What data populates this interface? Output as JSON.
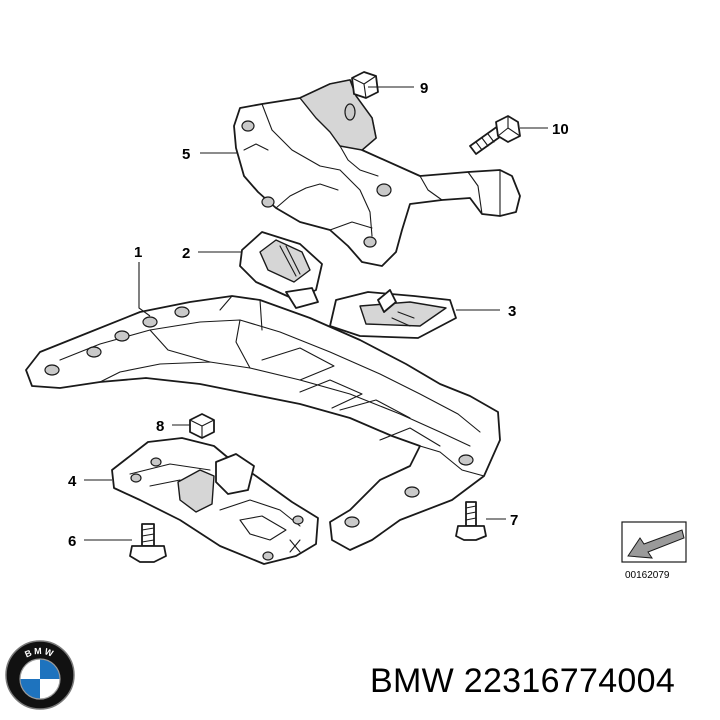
{
  "callouts": {
    "c1": "1",
    "c2": "2",
    "c3": "3",
    "c4": "4",
    "c5": "5",
    "c6": "6",
    "c7": "7",
    "c8": "8",
    "c9": "9",
    "c10": "10"
  },
  "orientation_box": {
    "code": "00162079",
    "icon": "arrow-orientation-icon"
  },
  "brand": {
    "logo_text": "BMW",
    "logo_icon": "bmw-roundel-icon",
    "caption": "BMW 22316774004",
    "colors": {
      "blue": "#1e73be",
      "ring": "#111111",
      "white": "#ffffff"
    }
  }
}
